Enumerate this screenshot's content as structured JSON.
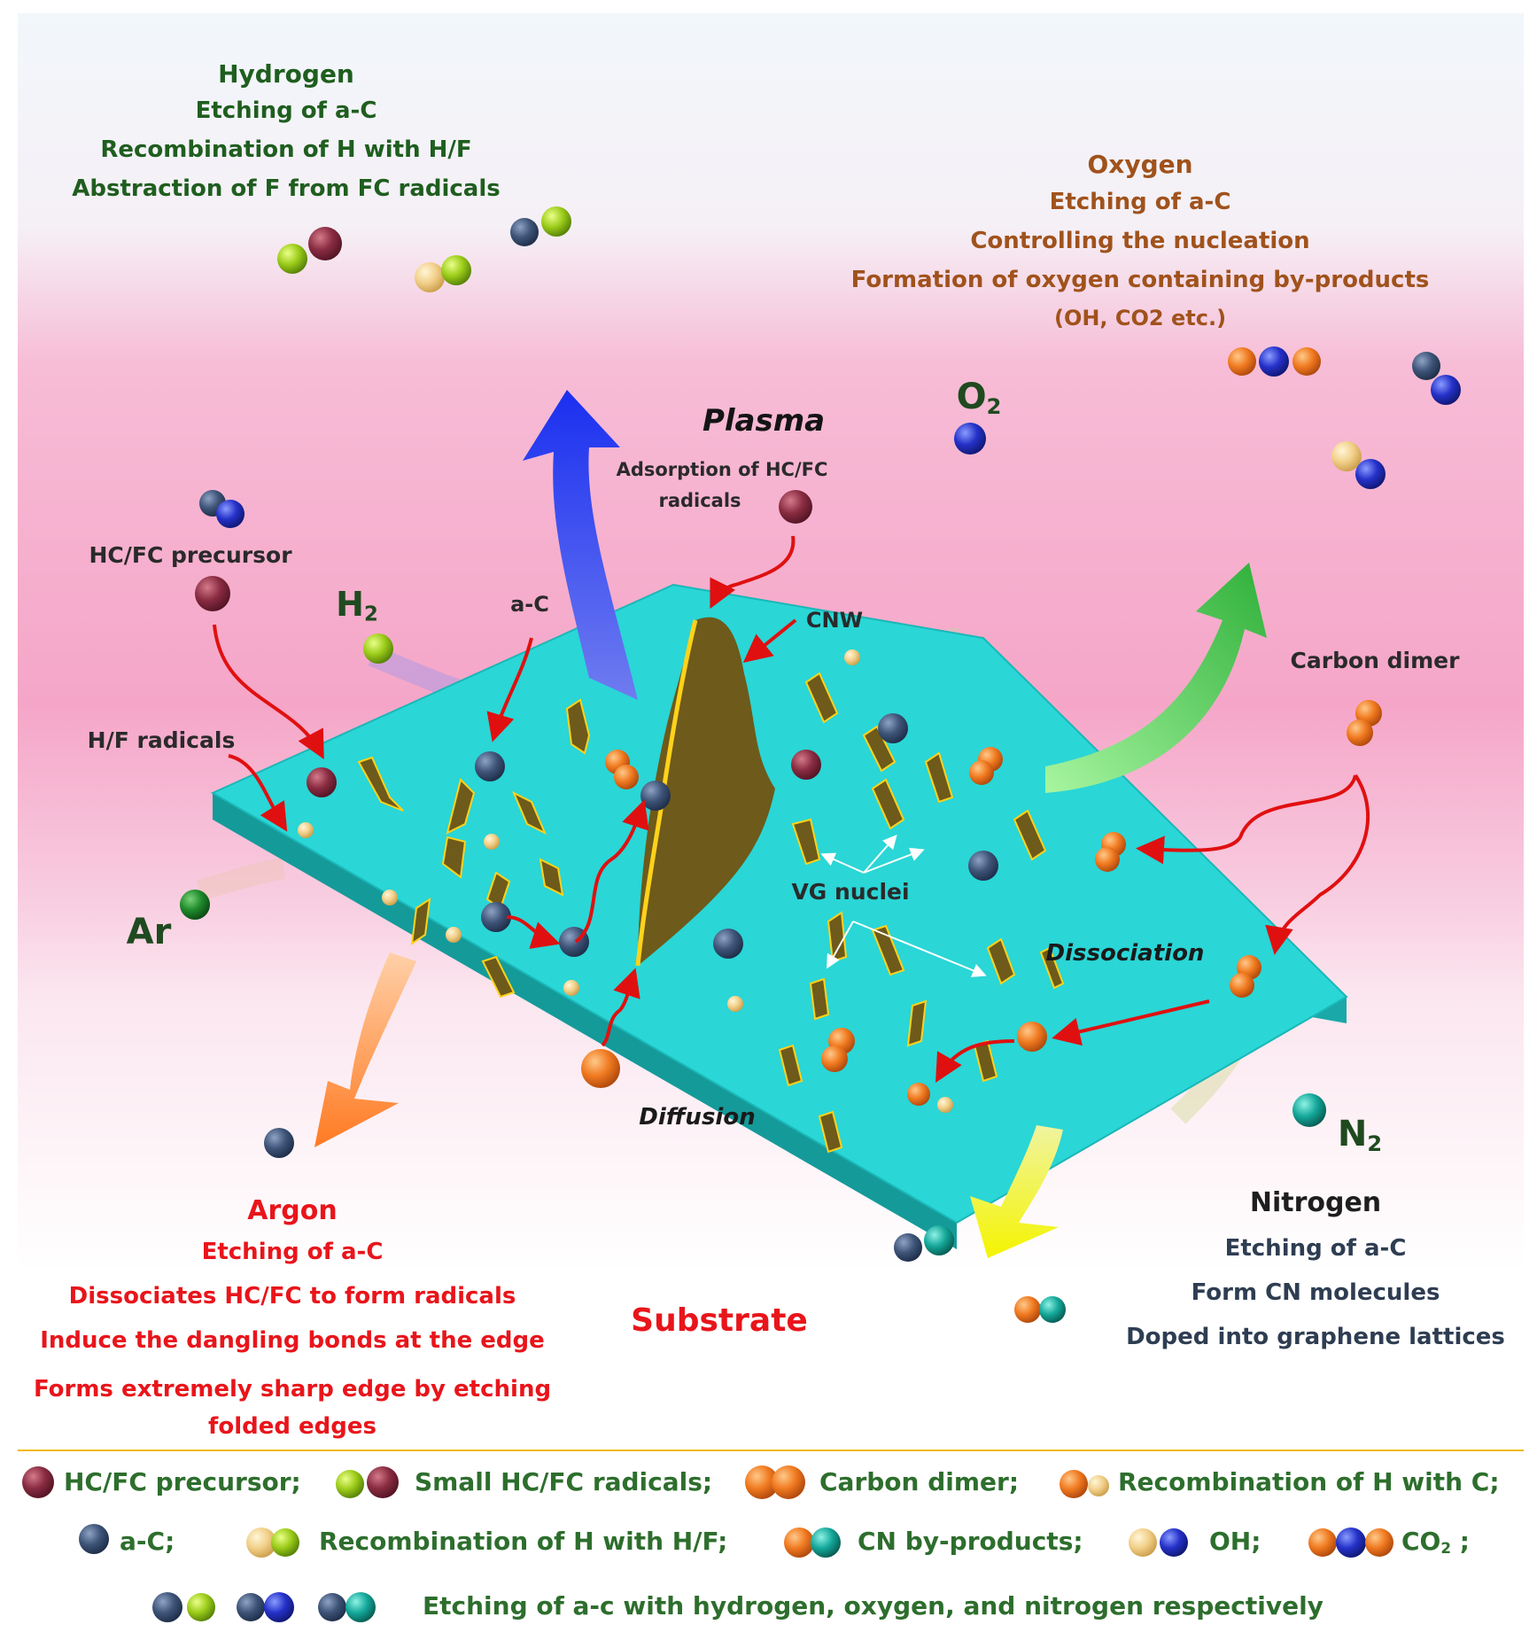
{
  "colors": {
    "hydrogen": "#1f5e1f",
    "oxygen": "#a0521c",
    "argon": "#e8151b",
    "nitrogen": "#222222",
    "substrate": "#26d3d3",
    "plasma_pink": "#f7b6d2"
  },
  "hydrogen": {
    "title": "Hydrogen",
    "lines": [
      "Etching of a-C",
      "Recombination of H with H/F",
      "Abstraction of F from FC radicals"
    ]
  },
  "oxygen": {
    "title": "Oxygen",
    "lines": [
      "Etching of a-C",
      "Controlling the nucleation",
      "Formation of oxygen containing by-products",
      "(OH, CO2 etc.)"
    ]
  },
  "argon": {
    "title": "Argon",
    "lines": [
      "Etching of a-C",
      "Dissociates HC/FC to form radicals",
      "Induce the dangling bonds at the edge",
      "Forms extremely sharp edge by etching",
      "folded edges"
    ]
  },
  "nitrogen": {
    "title": "Nitrogen",
    "lines": [
      "Etching of a-C",
      "Form CN molecules",
      "Doped into graphene lattices"
    ]
  },
  "labels": {
    "plasma": "Plasma",
    "adsorption": [
      "Adsorption of HC/FC",
      "radicals"
    ],
    "hcfc_precursor": "HC/FC precursor",
    "h2": "H",
    "h2_sub": "2",
    "o2": "O",
    "o2_sub": "2",
    "n2": "N",
    "n2_sub": "2",
    "ar": "Ar",
    "ac": "a-C",
    "cnw": "CNW",
    "carbon_dimer": "Carbon dimer",
    "hf_radicals": "H/F radicals",
    "vg_nuclei": "VG nuclei",
    "dissociation": "Dissociation",
    "diffusion": "Diffusion",
    "substrate": "Substrate"
  },
  "legend": {
    "row1": [
      "HC/FC precursor;",
      "Small HC/FC radicals;",
      "Carbon  dimer;",
      "Recombination  of  H with C;"
    ],
    "row2": [
      "a-C;",
      "Recombination  of  H with H/F;",
      "CN by-products;",
      "OH;",
      "CO",
      "2",
      " ;"
    ],
    "row3": [
      "Etching of a-c with hydrogen, oxygen, and  nitrogen respectively"
    ]
  }
}
